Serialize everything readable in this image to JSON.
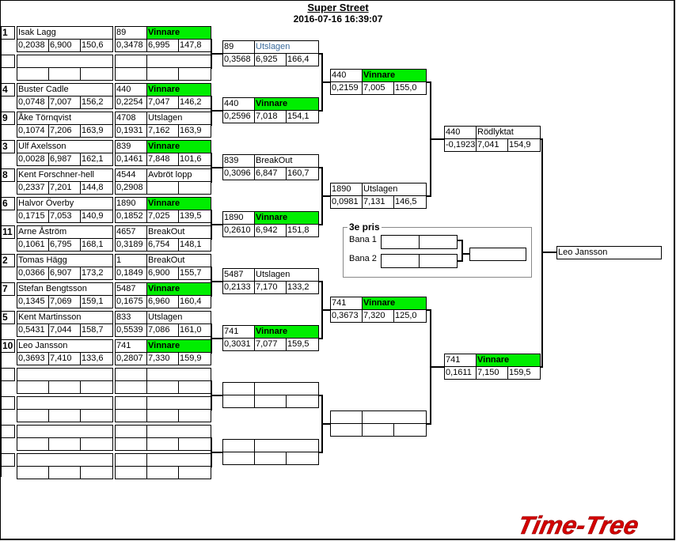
{
  "header": {
    "title": "Super Street",
    "datetime": "2016-07-16 16:39:07"
  },
  "round1": [
    {
      "seed": "1",
      "name": "Isak Lagg",
      "rt": "0,2038",
      "et": "6,900",
      "speed": "150,6"
    },
    {
      "seed": "",
      "name": "",
      "rt": "",
      "et": "",
      "speed": ""
    },
    {
      "seed": "4",
      "name": "Buster Cadle",
      "rt": "0,0748",
      "et": "7,007",
      "speed": "156,2"
    },
    {
      "seed": "9",
      "name": "Åke Törnqvist",
      "rt": "0,1074",
      "et": "7,206",
      "speed": "163,9"
    },
    {
      "seed": "3",
      "name": "Ulf Axelsson",
      "rt": "0,0028",
      "et": "6,987",
      "speed": "162,1"
    },
    {
      "seed": "8",
      "name": "Kent Forschner-hell",
      "rt": "0,2337",
      "et": "7,201",
      "speed": "144,8"
    },
    {
      "seed": "6",
      "name": "Halvor Överby",
      "rt": "0,1715",
      "et": "7,053",
      "speed": "140,9"
    },
    {
      "seed": "11",
      "name": "Arne Åström",
      "rt": "0,1061",
      "et": "6,795",
      "speed": "168,1"
    },
    {
      "seed": "2",
      "name": "Tomas Hägg",
      "rt": "0,0366",
      "et": "6,907",
      "speed": "173,2"
    },
    {
      "seed": "7",
      "name": "Stefan Bengtsson",
      "rt": "0,1345",
      "et": "7,069",
      "speed": "159,1"
    },
    {
      "seed": "5",
      "name": "Kent Martinsson",
      "rt": "0,5431",
      "et": "7,044",
      "speed": "158,7"
    },
    {
      "seed": "10",
      "name": "Leo Jansson",
      "rt": "0,3693",
      "et": "7,410",
      "speed": "133,6"
    },
    {
      "seed": "",
      "name": "",
      "rt": "",
      "et": "",
      "speed": ""
    },
    {
      "seed": "",
      "name": "",
      "rt": "",
      "et": "",
      "speed": ""
    },
    {
      "seed": "",
      "name": "",
      "rt": "",
      "et": "",
      "speed": ""
    },
    {
      "seed": "",
      "name": "",
      "rt": "",
      "et": "",
      "speed": ""
    }
  ],
  "round2": [
    {
      "num": "89",
      "status": "Vinnare",
      "win": true,
      "rt": "0,3478",
      "et": "6,995",
      "speed": "147,8"
    },
    {
      "num": "",
      "status": "",
      "win": false,
      "rt": "",
      "et": "",
      "speed": ""
    },
    {
      "num": "440",
      "status": "Vinnare",
      "win": true,
      "rt": "0,2254",
      "et": "7,047",
      "speed": "146,2"
    },
    {
      "num": "4708",
      "status": "Utslagen",
      "win": false,
      "rt": "0,1931",
      "et": "7,162",
      "speed": "163,9"
    },
    {
      "num": "839",
      "status": "Vinnare",
      "win": true,
      "rt": "0,1461",
      "et": "7,848",
      "speed": "101,6"
    },
    {
      "num": "4544",
      "status": "Avbröt lopp",
      "win": false,
      "rt": "0,2908",
      "et": "",
      "speed": ""
    },
    {
      "num": "1890",
      "status": "Vinnare",
      "win": true,
      "rt": "0,1852",
      "et": "7,025",
      "speed": "139,5"
    },
    {
      "num": "4657",
      "status": "BreakOut",
      "win": false,
      "rt": "0,3189",
      "et": "6,754",
      "speed": "148,1"
    },
    {
      "num": "1",
      "status": "BreakOut",
      "win": false,
      "rt": "0,1849",
      "et": "6,900",
      "speed": "155,7"
    },
    {
      "num": "5487",
      "status": "Vinnare",
      "win": true,
      "rt": "0,1675",
      "et": "6,960",
      "speed": "160,4"
    },
    {
      "num": "833",
      "status": "Utslagen",
      "win": false,
      "rt": "0,5539",
      "et": "7,086",
      "speed": "161,0"
    },
    {
      "num": "741",
      "status": "Vinnare",
      "win": true,
      "rt": "0,2807",
      "et": "7,330",
      "speed": "159,9"
    },
    {
      "num": "",
      "status": "",
      "win": false,
      "rt": "",
      "et": "",
      "speed": ""
    },
    {
      "num": "",
      "status": "",
      "win": false,
      "rt": "",
      "et": "",
      "speed": ""
    },
    {
      "num": "",
      "status": "",
      "win": false,
      "rt": "",
      "et": "",
      "speed": ""
    },
    {
      "num": "",
      "status": "",
      "win": false,
      "rt": "",
      "et": "",
      "speed": ""
    }
  ],
  "round3": [
    {
      "num": "89",
      "status": "Utslagen",
      "win": false,
      "blue": true,
      "rt": "0,3568",
      "et": "6,925",
      "speed": "166,4"
    },
    {
      "num": "440",
      "status": "Vinnare",
      "win": true,
      "rt": "0,2596",
      "et": "7,018",
      "speed": "154,1"
    },
    {
      "num": "839",
      "status": "BreakOut",
      "win": false,
      "rt": "0,3096",
      "et": "6,847",
      "speed": "160,7"
    },
    {
      "num": "1890",
      "status": "Vinnare",
      "win": true,
      "rt": "0,2610",
      "et": "6,942",
      "speed": "151,8"
    },
    {
      "num": "5487",
      "status": "Utslagen",
      "win": false,
      "rt": "0,2133",
      "et": "7,170",
      "speed": "133,2"
    },
    {
      "num": "741",
      "status": "Vinnare",
      "win": true,
      "rt": "0,3031",
      "et": "7,077",
      "speed": "159,5"
    },
    {
      "num": "",
      "status": "",
      "win": false,
      "rt": "",
      "et": "",
      "speed": ""
    },
    {
      "num": "",
      "status": "",
      "win": false,
      "rt": "",
      "et": "",
      "speed": ""
    }
  ],
  "round4": [
    {
      "num": "440",
      "status": "Vinnare",
      "win": true,
      "rt": "0,2159",
      "et": "7,005",
      "speed": "155,0"
    },
    {
      "num": "1890",
      "status": "Utslagen",
      "win": false,
      "rt": "0,0981",
      "et": "7,131",
      "speed": "146,5"
    },
    {
      "num": "741",
      "status": "Vinnare",
      "win": true,
      "rt": "0,3673",
      "et": "7,320",
      "speed": "125,0"
    },
    {
      "num": "",
      "status": "",
      "win": false,
      "rt": "",
      "et": "",
      "speed": ""
    }
  ],
  "round5": [
    {
      "num": "440",
      "status": "Rödlyktat",
      "win": false,
      "rt": "-0,1923",
      "et": "7,041",
      "speed": "154,9"
    },
    {
      "num": "741",
      "status": "Vinnare",
      "win": true,
      "rt": "0,1611",
      "et": "7,150",
      "speed": "159,5"
    }
  ],
  "final": {
    "winner": "Leo Jansson"
  },
  "third_place": {
    "label": "3e pris",
    "lane1": "Bana 1",
    "lane2": "Bana 2"
  },
  "logo": {
    "text": "Time-Tree",
    "color": "#d40000"
  },
  "colors": {
    "winner_bg": "#00ee00",
    "status_blue": "#3a6a9a"
  }
}
